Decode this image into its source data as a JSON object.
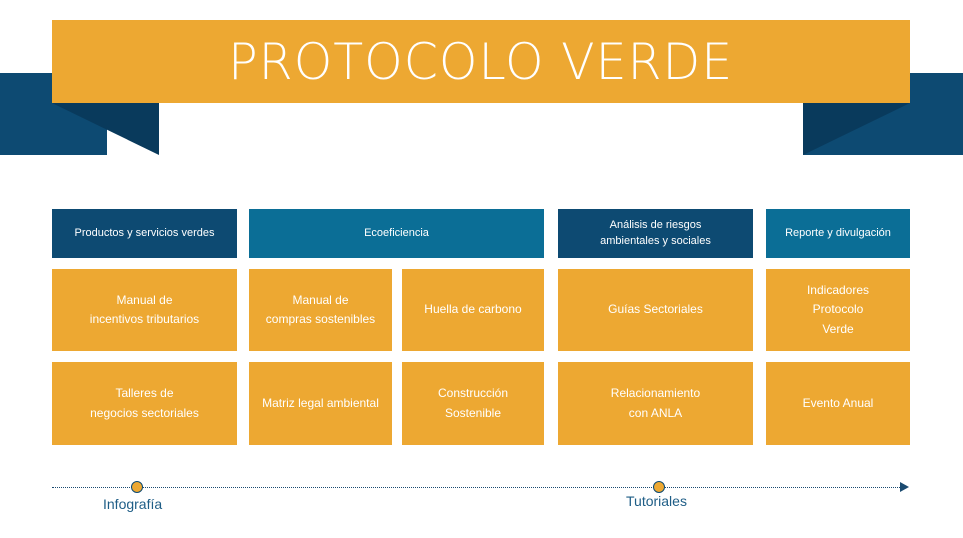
{
  "banner": {
    "title": "PROTOCOLO VERDE"
  },
  "columns": [
    {
      "header": "Productos y servicios verdes"
    },
    {
      "header": "Ecoeficiencia"
    },
    {
      "header": "Análisis de riesgos\nambientales y sociales"
    },
    {
      "header": "Reporte y divulgación"
    }
  ],
  "cards": {
    "incentivos": "Manual de\nincentivos tributarios",
    "talleres": "Talleres de\nnegocios sectoriales",
    "compras": "Manual de\ncompras sostenibles",
    "huella": "Huella de carbono",
    "matriz": "Matriz legal ambiental",
    "construccion": "Construcción\nSostenible",
    "guias": "Guías Sectoriales",
    "anla": "Relacionamiento\ncon ANLA",
    "indicadores": "Indicadores\nProtocolo\nVerde",
    "evento": "Evento Anual"
  },
  "timeline": {
    "infografia": "Infografía",
    "tutoriales": "Tutoriales"
  },
  "colors": {
    "accent_orange": "#eda832",
    "navy": "#0d4a72",
    "teal": "#0b6e96"
  }
}
